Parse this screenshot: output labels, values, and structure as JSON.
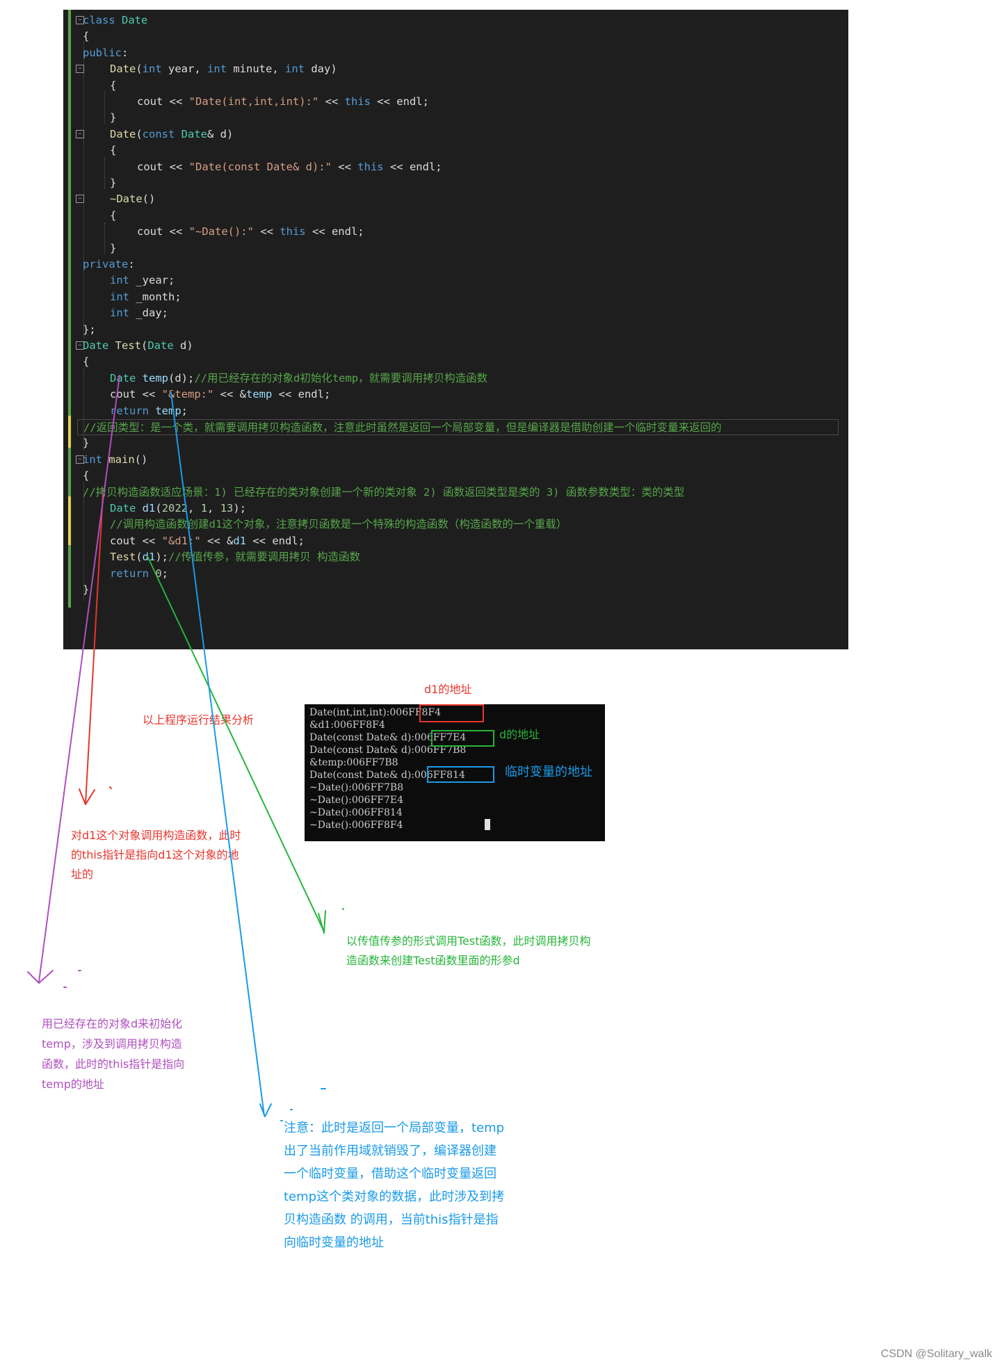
{
  "code": {
    "lines": [
      {
        "fold": true,
        "indent": 0,
        "tokens": [
          [
            "kw",
            "class "
          ],
          [
            "ty",
            "Date"
          ]
        ]
      },
      {
        "fold": false,
        "indent": 0,
        "tokens": [
          [
            "pl",
            "{"
          ]
        ]
      },
      {
        "fold": false,
        "indent": 0,
        "tokens": [
          [
            "kw",
            "public"
          ],
          [
            "pl",
            ":"
          ]
        ]
      },
      {
        "fold": true,
        "indent": 1,
        "tokens": [
          [
            "fn",
            "Date"
          ],
          [
            "pl",
            "("
          ],
          [
            "kw",
            "int"
          ],
          [
            "pl",
            " year, "
          ],
          [
            "kw",
            "int"
          ],
          [
            "pl",
            " minute, "
          ],
          [
            "kw",
            "int"
          ],
          [
            "pl",
            " day)"
          ]
        ]
      },
      {
        "fold": false,
        "indent": 1,
        "tokens": [
          [
            "pl",
            "{"
          ]
        ]
      },
      {
        "fold": false,
        "indent": 2,
        "tokens": [
          [
            "pl",
            "cout << "
          ],
          [
            "st",
            "\"Date(int,int,int):\""
          ],
          [
            "pl",
            " << "
          ],
          [
            "kw",
            "this"
          ],
          [
            "pl",
            " << endl;"
          ]
        ]
      },
      {
        "fold": false,
        "indent": 1,
        "tokens": [
          [
            "pl",
            "}"
          ]
        ]
      },
      {
        "fold": true,
        "indent": 1,
        "tokens": [
          [
            "fn",
            "Date"
          ],
          [
            "pl",
            "("
          ],
          [
            "kw",
            "const "
          ],
          [
            "ty",
            "Date"
          ],
          [
            "pl",
            "& d)"
          ]
        ]
      },
      {
        "fold": false,
        "indent": 1,
        "tokens": [
          [
            "pl",
            "{"
          ]
        ]
      },
      {
        "fold": false,
        "indent": 2,
        "tokens": [
          [
            "pl",
            "cout << "
          ],
          [
            "st",
            "\"Date(const Date& d):\""
          ],
          [
            "pl",
            " << "
          ],
          [
            "kw",
            "this"
          ],
          [
            "pl",
            " << endl;"
          ]
        ]
      },
      {
        "fold": false,
        "indent": 1,
        "tokens": [
          [
            "pl",
            "}"
          ]
        ]
      },
      {
        "fold": true,
        "indent": 1,
        "tokens": [
          [
            "fn",
            "~Date"
          ],
          [
            "pl",
            "()"
          ]
        ]
      },
      {
        "fold": false,
        "indent": 1,
        "tokens": [
          [
            "pl",
            "{"
          ]
        ]
      },
      {
        "fold": false,
        "indent": 2,
        "tokens": [
          [
            "pl",
            "cout << "
          ],
          [
            "st",
            "\"~Date():\""
          ],
          [
            "pl",
            " << "
          ],
          [
            "kw",
            "this"
          ],
          [
            "pl",
            " << endl;"
          ]
        ]
      },
      {
        "fold": false,
        "indent": 1,
        "tokens": [
          [
            "pl",
            "}"
          ]
        ]
      },
      {
        "fold": false,
        "indent": 0,
        "tokens": [
          [
            "kw",
            "private"
          ],
          [
            "pl",
            ":"
          ]
        ]
      },
      {
        "fold": false,
        "indent": 1,
        "tokens": [
          [
            "kw",
            "int"
          ],
          [
            "pl",
            " _year;"
          ]
        ]
      },
      {
        "fold": false,
        "indent": 1,
        "tokens": [
          [
            "kw",
            "int"
          ],
          [
            "pl",
            " _month;"
          ]
        ]
      },
      {
        "fold": false,
        "indent": 1,
        "tokens": [
          [
            "kw",
            "int"
          ],
          [
            "pl",
            " _day;"
          ]
        ]
      },
      {
        "fold": false,
        "indent": 0,
        "tokens": [
          [
            "pl",
            "};"
          ]
        ]
      },
      {
        "fold": true,
        "indent": 0,
        "tokens": [
          [
            "ty",
            "Date"
          ],
          [
            "pl",
            " "
          ],
          [
            "fn",
            "Test"
          ],
          [
            "pl",
            "("
          ],
          [
            "ty",
            "Date"
          ],
          [
            "pl",
            " d)"
          ]
        ]
      },
      {
        "fold": false,
        "indent": 0,
        "tokens": [
          [
            "pl",
            "{"
          ]
        ]
      },
      {
        "fold": false,
        "indent": 1,
        "tokens": [
          [
            "ty",
            "Date"
          ],
          [
            "pl",
            " "
          ],
          [
            "va",
            "temp"
          ],
          [
            "pl",
            "(d);"
          ],
          [
            "cm",
            "//用已经存在的对象d初始化temp，就需要调用拷贝构造函数"
          ]
        ]
      },
      {
        "fold": false,
        "indent": 1,
        "tokens": [
          [
            "pl",
            "cout << "
          ],
          [
            "st",
            "\"&temp:\""
          ],
          [
            "pl",
            " << &"
          ],
          [
            "va",
            "temp"
          ],
          [
            "pl",
            " << endl;"
          ]
        ]
      },
      {
        "fold": false,
        "indent": 1,
        "tokens": [
          [
            "kw",
            "return "
          ],
          [
            "va",
            "temp"
          ],
          [
            "pl",
            ";"
          ]
        ]
      },
      {
        "fold": false,
        "indent": 0,
        "hl": true,
        "tokens": [
          [
            "cm",
            "//返回类型：是一个类，就需要调用拷贝构造函数，注意此时虽然是返回一个局部变量，但是编译器是借助创建一个临时变量来返回的"
          ]
        ]
      },
      {
        "fold": false,
        "indent": 0,
        "tokens": [
          [
            "pl",
            "}"
          ]
        ]
      },
      {
        "fold": true,
        "indent": 0,
        "tokens": [
          [
            "kw",
            "int "
          ],
          [
            "fn",
            "main"
          ],
          [
            "pl",
            "()"
          ]
        ]
      },
      {
        "fold": false,
        "indent": 0,
        "tokens": [
          [
            "pl",
            "{"
          ]
        ]
      },
      {
        "fold": false,
        "indent": 0,
        "tokens": [
          [
            "cm",
            "//拷贝构造函数适应场景：1) 已经存在的类对象创建一个新的类对象 2) 函数返回类型是类的 3) 函数参数类型：类的类型"
          ]
        ]
      },
      {
        "fold": false,
        "indent": 1,
        "tokens": [
          [
            "ty",
            "Date"
          ],
          [
            "pl",
            " "
          ],
          [
            "va",
            "d1"
          ],
          [
            "pl",
            "("
          ],
          [
            "nu",
            "2022"
          ],
          [
            "pl",
            ", "
          ],
          [
            "nu",
            "1"
          ],
          [
            "pl",
            ", "
          ],
          [
            "nu",
            "13"
          ],
          [
            "pl",
            ");"
          ]
        ]
      },
      {
        "fold": false,
        "indent": 1,
        "tokens": [
          [
            "cm",
            "//调用构造函数创建d1这个对象，注意拷贝函数是一个特殊的构造函数（构造函数的一个重载）"
          ]
        ]
      },
      {
        "fold": false,
        "indent": 1,
        "tokens": [
          [
            "pl",
            "cout << "
          ],
          [
            "st",
            "\"&d1:\""
          ],
          [
            "pl",
            " << &"
          ],
          [
            "va",
            "d1"
          ],
          [
            "pl",
            " << endl;"
          ]
        ]
      },
      {
        "fold": false,
        "indent": 1,
        "tokens": [
          [
            "fn",
            "Test"
          ],
          [
            "pl",
            "("
          ],
          [
            "va",
            "d1"
          ],
          [
            "pl",
            ");"
          ],
          [
            "cm",
            "//传值传参，就需要调用拷贝 构造函数"
          ]
        ]
      },
      {
        "fold": false,
        "indent": 1,
        "tokens": [
          [
            "kw",
            "return "
          ],
          [
            "nu",
            "0"
          ],
          [
            "pl",
            ";"
          ]
        ]
      },
      {
        "fold": false,
        "indent": 0,
        "tokens": [
          [
            "pl",
            "}"
          ]
        ]
      }
    ]
  },
  "console": {
    "lines": [
      "Date(int,int,int):006FF8F4",
      "&d1:006FF8F4",
      "Date(const Date& d):006FF7E4",
      "Date(const Date& d):006FF7B8",
      "&temp:006FF7B8",
      "Date(const Date& d):006FF814",
      "~Date():006FF7B8",
      "~Date():006FF7E4",
      "~Date():006FF814",
      "~Date():006FF8F4"
    ]
  },
  "labels": {
    "d1_address": "d1的地址",
    "d_address": "d的地址",
    "temp_var_address": "临时变量的地址",
    "analysis_title": "以上程序运行结果分析"
  },
  "notes": {
    "red": "对d1这个对象调用构造函数，此时\n的this指针是指向d1这个对象的地\n址的",
    "green": "以传值传参的形式调用Test函数，此时调用拷贝构\n造函数来创建Test函数里面的形参d",
    "purple": "用已经存在的对象d来初始化\ntemp，涉及到调用拷贝构造\n函数，此时的this指针是指向\ntemp的地址",
    "blue": "注意：此时是返回一个局部变量，temp\n出了当前作用域就销毁了，编译器创建\n一个临时变量，借助这个临时变量返回\ntemp这个类对象的数据，此时涉及到拷\n贝构造函数 的调用，当前this指针是指\n向临时变量的地址"
  },
  "watermark": "CSDN @Solitary_walk",
  "colors": {
    "red": "#e8352c",
    "green": "#27b43a",
    "purple": "#b04fc0",
    "blue": "#1a9ae8"
  }
}
